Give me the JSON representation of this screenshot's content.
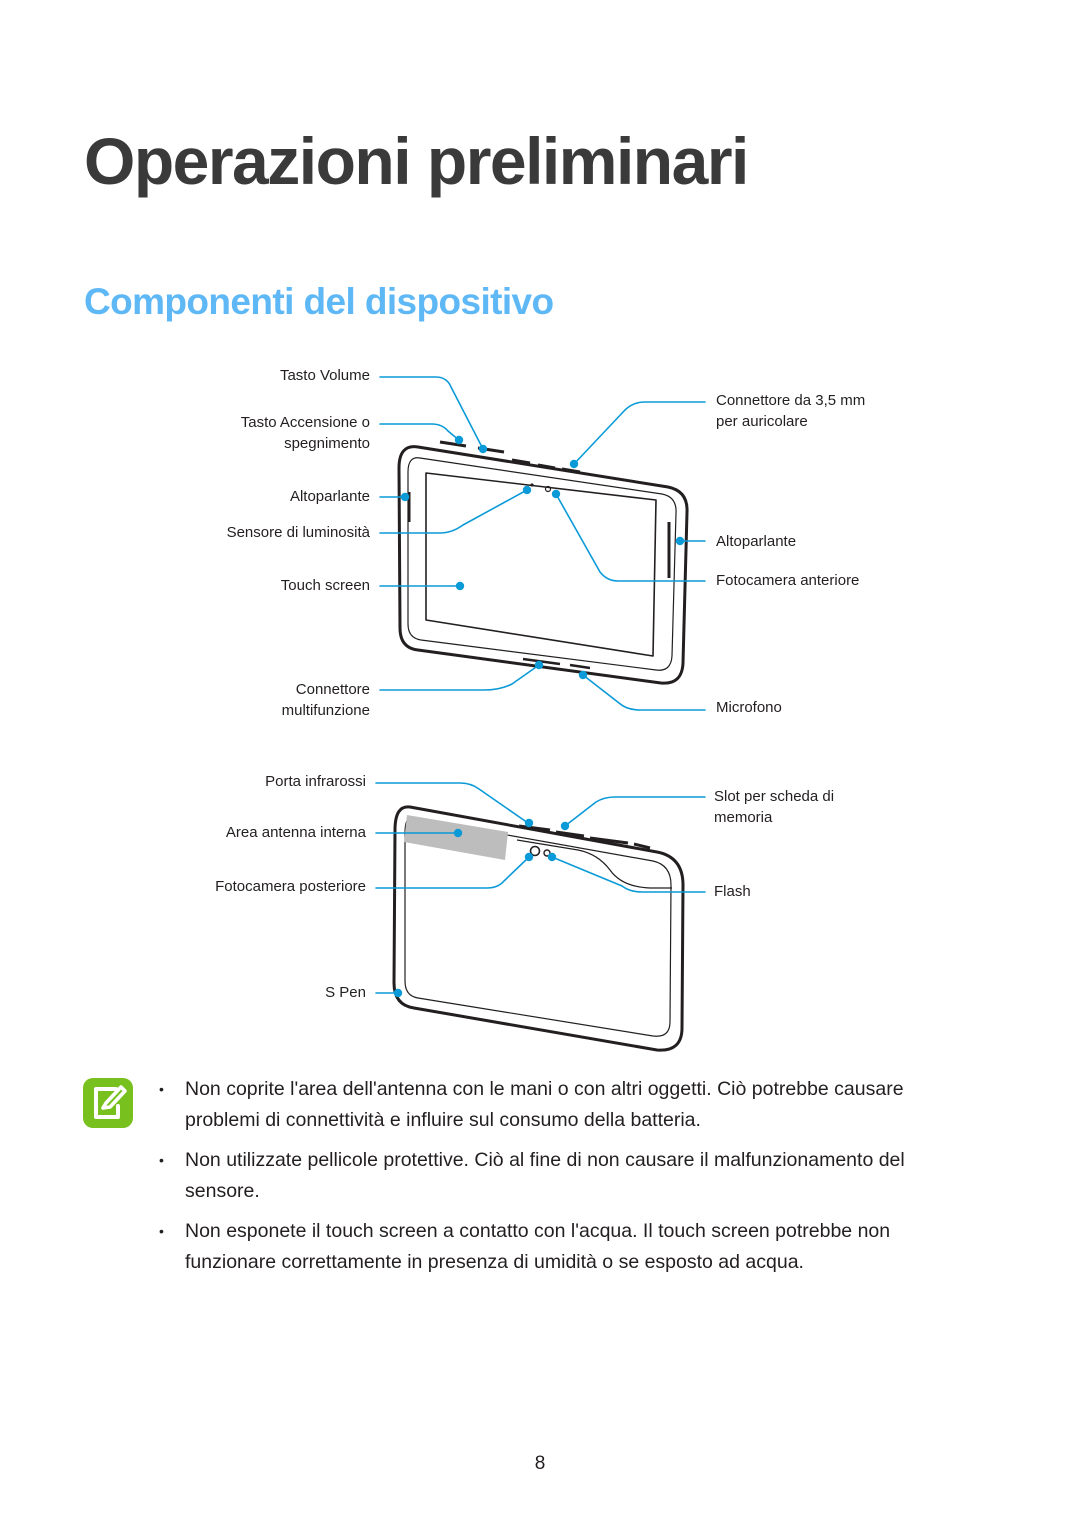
{
  "header": {
    "title": "Operazioni preliminari",
    "subtitle": "Componenti del dispositivo"
  },
  "front_labels": {
    "volume_key": "Tasto Volume",
    "power_key_line1": "Tasto Accensione o",
    "power_key_line2": "spegnimento",
    "speaker_left": "Altoparlante",
    "light_sensor": "Sensore di luminosità",
    "touch_screen": "Touch screen",
    "multi_connector_line1": "Connettore",
    "multi_connector_line2": "multifunzione",
    "headset_jack_line1": "Connettore da 3,5 mm",
    "headset_jack_line2": "per auricolare",
    "speaker_right": "Altoparlante",
    "front_camera": "Fotocamera anteriore",
    "microphone": "Microfono"
  },
  "back_labels": {
    "ir_port": "Porta infrarossi",
    "antenna_area": "Area antenna interna",
    "rear_camera": "Fotocamera posteriore",
    "s_pen": "S Pen",
    "card_slot_line1": "Slot per scheda di",
    "card_slot_line2": "memoria",
    "flash": "Flash"
  },
  "callout_color": "#0a9ad7",
  "note": {
    "icon": "note-pencil-icon",
    "icon_color": "#78c01e",
    "items": [
      "Non coprite l'area dell'antenna con le mani o con altri oggetti. Ciò potrebbe causare problemi di connettività e influire sul consumo della batteria.",
      "Non utilizzate pellicole protettive. Ciò al fine di non causare il malfunzionamento del sensore.",
      "Non esponete il touch screen a contatto con l'acqua. Il touch screen potrebbe non funzionare correttamente in presenza di umidità o se esposto ad acqua."
    ]
  },
  "page_number": "8"
}
